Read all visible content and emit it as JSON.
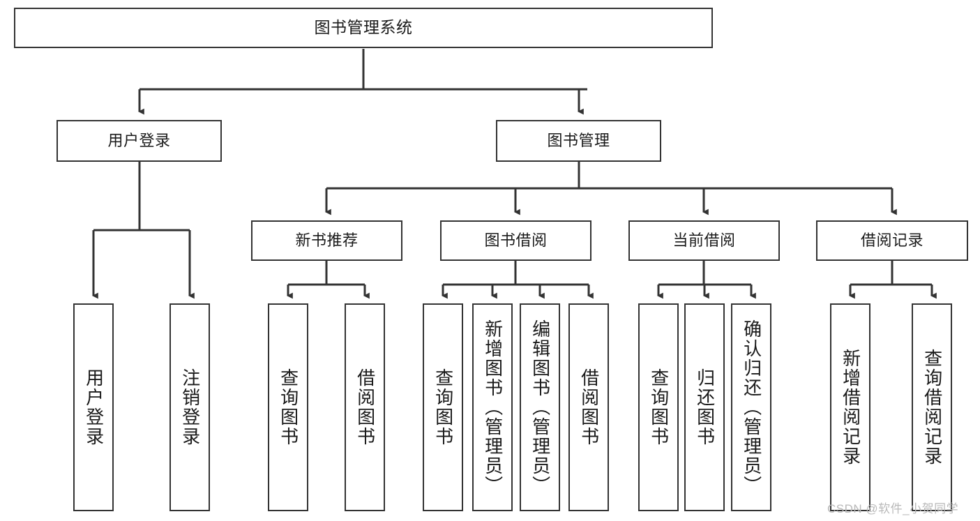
{
  "diagram": {
    "type": "hierarchy-tree",
    "title": "图书管理系统",
    "orientation": "top-down",
    "colors": {
      "stroke": "#333333",
      "fill": "#ffffff",
      "text": "#1a1a1a",
      "watermark": "#b9b9b9"
    },
    "levels": {
      "level1": [
        "图书管理系统"
      ],
      "level2": [
        "用户登录",
        "图书管理"
      ],
      "level3": [
        "新书推荐",
        "图书借阅",
        "当前借阅",
        "借阅记录"
      ],
      "level4": [
        "用户登录",
        "注销登录",
        "查询图书",
        "借阅图书",
        "查询图书",
        "新增图书（管理员）",
        "编辑图书（管理员）",
        "借阅图书",
        "查询图书",
        "归还图书",
        "确认归还（管理员）",
        "新增借阅记录",
        "查询借阅记录"
      ]
    },
    "nodes": {
      "root": {
        "label": "图书管理系统"
      },
      "user_login": {
        "label": "用户登录"
      },
      "book_mgmt": {
        "label": "图书管理"
      },
      "new_book_rec": {
        "label": "新书推荐"
      },
      "book_borrow": {
        "label": "图书借阅"
      },
      "current_borrow": {
        "label": "当前借阅"
      },
      "borrow_record": {
        "label": "借阅记录"
      },
      "leaf_user_login": {
        "label": "用户登录"
      },
      "leaf_logout": {
        "label": "注销登录"
      },
      "leaf_query_book_1": {
        "label": "查询图书"
      },
      "leaf_borrow_book_1": {
        "label": "借阅图书"
      },
      "leaf_query_book_2": {
        "label": "查询图书"
      },
      "leaf_add_book": {
        "label": "新增图书（管理员）"
      },
      "leaf_edit_book": {
        "label": "编辑图书（管理员）"
      },
      "leaf_borrow_book_2": {
        "label": "借阅图书"
      },
      "leaf_query_book_3": {
        "label": "查询图书"
      },
      "leaf_return_book": {
        "label": "归还图书"
      },
      "leaf_confirm_return": {
        "label": "确认归还（管理员）"
      },
      "leaf_add_record": {
        "label": "新增借阅记录"
      },
      "leaf_query_record": {
        "label": "查询借阅记录"
      }
    },
    "edges": [
      {
        "from": "root",
        "to": "user_login"
      },
      {
        "from": "root",
        "to": "book_mgmt"
      },
      {
        "from": "user_login",
        "to": "leaf_user_login"
      },
      {
        "from": "user_login",
        "to": "leaf_logout"
      },
      {
        "from": "book_mgmt",
        "to": "new_book_rec"
      },
      {
        "from": "book_mgmt",
        "to": "book_borrow"
      },
      {
        "from": "book_mgmt",
        "to": "current_borrow"
      },
      {
        "from": "book_mgmt",
        "to": "borrow_record"
      },
      {
        "from": "new_book_rec",
        "to": "leaf_query_book_1"
      },
      {
        "from": "new_book_rec",
        "to": "leaf_borrow_book_1"
      },
      {
        "from": "book_borrow",
        "to": "leaf_query_book_2"
      },
      {
        "from": "book_borrow",
        "to": "leaf_add_book"
      },
      {
        "from": "book_borrow",
        "to": "leaf_edit_book"
      },
      {
        "from": "book_borrow",
        "to": "leaf_borrow_book_2"
      },
      {
        "from": "current_borrow",
        "to": "leaf_query_book_3"
      },
      {
        "from": "current_borrow",
        "to": "leaf_return_book"
      },
      {
        "from": "current_borrow",
        "to": "leaf_confirm_return"
      },
      {
        "from": "borrow_record",
        "to": "leaf_add_record"
      },
      {
        "from": "borrow_record",
        "to": "leaf_query_record"
      }
    ]
  },
  "watermark": {
    "text": "CSDN @软件_小贺同学"
  }
}
